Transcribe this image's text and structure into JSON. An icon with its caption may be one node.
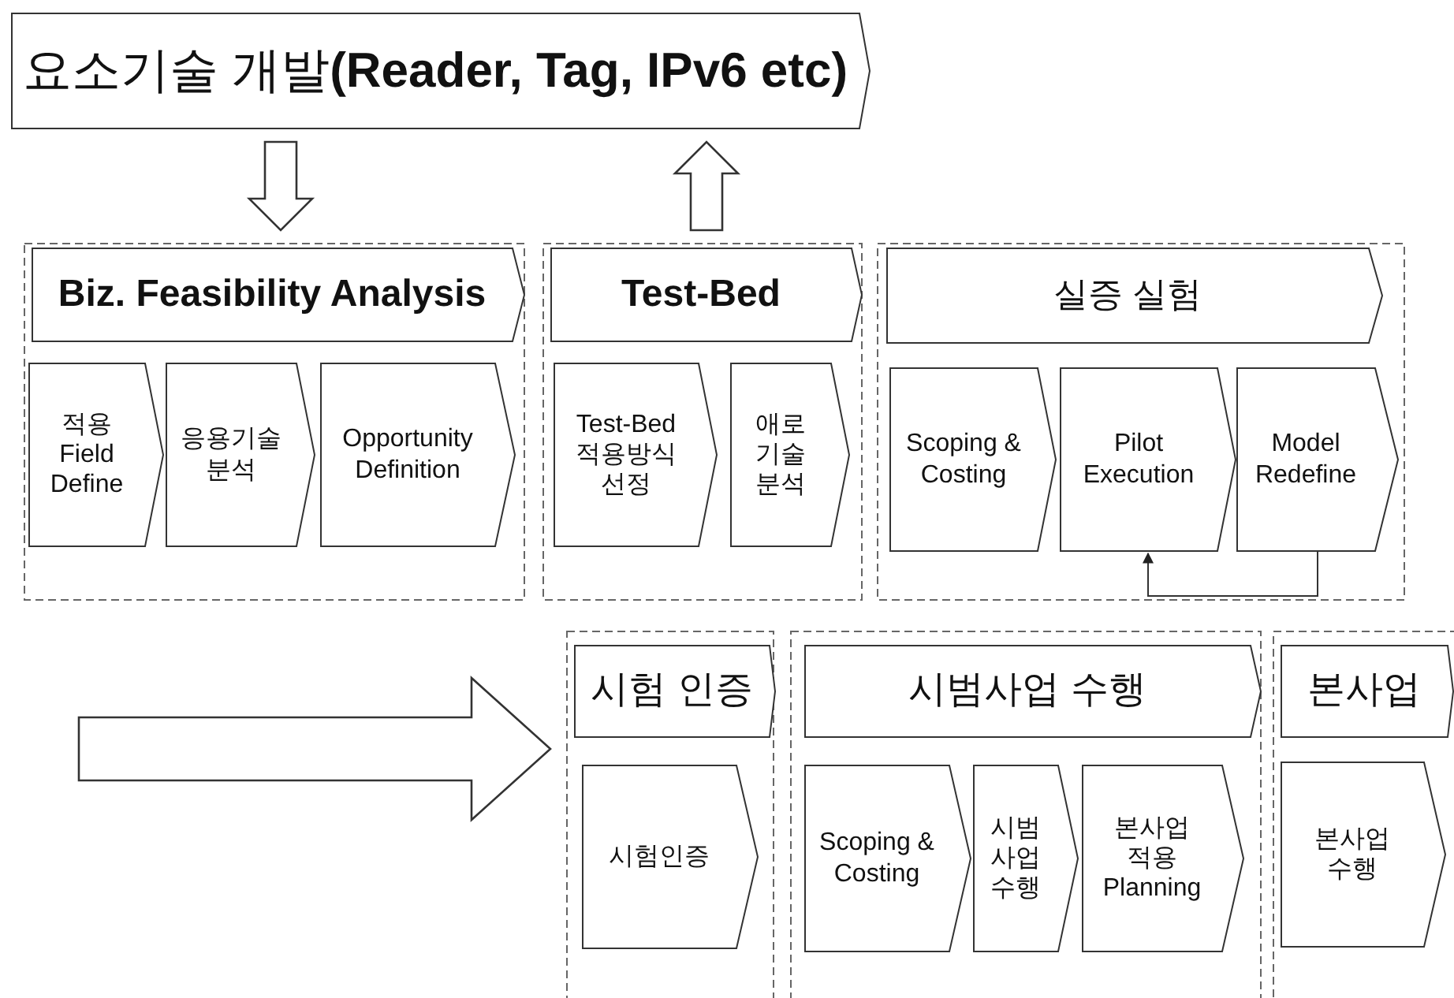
{
  "diagram": {
    "nodes": [
      {
        "text": [
          "요소기술 개발**(Reader, Tag, IPv6 etc)**"
        ]
      },
      {
        "text": [],
        "shape": "box"
      },
      {
        "text": [
          "Biz. Feasibility Analysis"
        ],
        "in": 1
      },
      {
        "text": [
          "적용 Field Define"
        ],
        "in": 1
      },
      {
        "text": [
          "응용기술 분석"
        ],
        "in": 1
      },
      {
        "text": [
          "Opportunity Definition"
        ],
        "in": 1
      },
      {
        "text": [],
        "shape": "box"
      },
      {
        "text": [
          "Test-Bed"
        ],
        "in": 6
      },
      {
        "text": [
          "Test-Bed 적용방식 선정"
        ],
        "in": 6
      },
      {
        "text": [
          "애로 기술 분석"
        ],
        "in": 6
      },
      {
        "text": [],
        "shape": "box"
      },
      {
        "text": [
          "실증 실험"
        ],
        "in": 10
      },
      {
        "text": [
          "Scoping & Costing"
        ],
        "in": 10
      },
      {
        "text": [
          "Pilot Execution"
        ],
        "in": 10
      },
      {
        "text": [
          "Model Redefine"
        ],
        "in": 10
      },
      {
        "text": [],
        "shape": "box"
      },
      {
        "text": [
          "시험 인증"
        ],
        "in": 15
      },
      {
        "text": [
          "시험인증"
        ],
        "in": 15
      },
      {
        "text": [],
        "shape": "box"
      },
      {
        "text": [
          "시범사업 수행"
        ],
        "in": 18
      },
      {
        "text": [
          "Scoping & Costing"
        ],
        "in": 18
      },
      {
        "text": [
          "시범 사업 수행"
        ],
        "in": 18
      },
      {
        "text": [
          "본사업 적용 Planning"
        ],
        "in": 18
      },
      {
        "text": [],
        "shape": "box"
      },
      {
        "text": [
          "본사업"
        ],
        "in": 23
      },
      {
        "text": [
          "본사업 수행"
        ],
        "in": 23
      }
    ],
    "edges": [
      {
        "from": 0,
        "to": 1,
        "arrow": "to",
        "style": "thick"
      },
      {
        "from": 6,
        "to": 0,
        "arrow": "to",
        "style": "thick"
      },
      {
        "from": 14,
        "to": 13,
        "arrow": "to"
      },
      {
        "from": null,
        "to": 15,
        "arrow": "to",
        "style": "thick"
      }
    ]
  }
}
